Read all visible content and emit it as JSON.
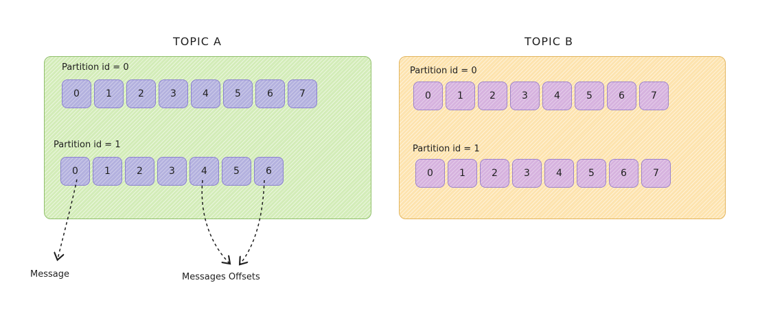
{
  "topics": [
    {
      "title": "TOPIC A",
      "partitions": [
        {
          "label": "Partition id = 0",
          "offsets": [
            "0",
            "1",
            "2",
            "3",
            "4",
            "5",
            "6",
            "7"
          ]
        },
        {
          "label": "Partition id = 1",
          "offsets": [
            "0",
            "1",
            "2",
            "3",
            "4",
            "5",
            "6"
          ]
        }
      ]
    },
    {
      "title": "TOPIC B",
      "partitions": [
        {
          "label": "Partition id = 0",
          "offsets": [
            "0",
            "1",
            "2",
            "3",
            "4",
            "5",
            "6",
            "7"
          ]
        },
        {
          "label": "Partition id = 1",
          "offsets": [
            "0",
            "1",
            "2",
            "3",
            "4",
            "5",
            "6",
            "7"
          ]
        }
      ]
    }
  ],
  "annotations": {
    "message": "Message",
    "offsets": "Messages Offsets"
  }
}
